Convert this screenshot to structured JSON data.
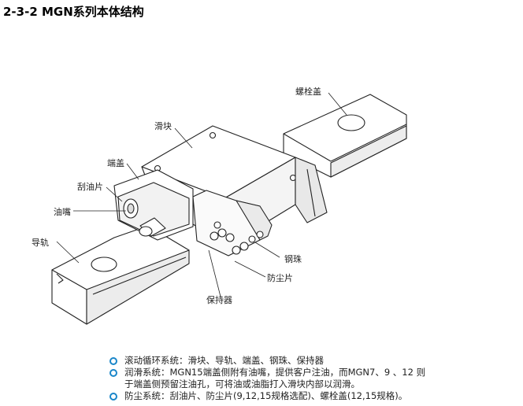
{
  "heading": "2-3-2 MGN系列本体结构",
  "labels": {
    "bolt_cap": "螺栓盖",
    "block": "滑块",
    "end_cap": "端盖",
    "scraper": "刮油片",
    "grease_nipple": "油嘴",
    "rail": "导轨",
    "steel_ball": "钢珠",
    "dust_seal": "防尘片",
    "retainer": "保持器"
  },
  "bullets": [
    {
      "line1": "滚动循环系统：滑块、导轨、端盖、钢珠、保持器",
      "line2": ""
    },
    {
      "line1": "润滑系统：MGN15端盖侧附有油嘴，提供客户注油，而MGN7、9 、12 则",
      "line2": "于端盖侧预留注油孔，可将油或油脂打入滑块内部以润滑。"
    },
    {
      "line1": "防尘系统：刮油片、防尘片(9,12,15规格选配)、螺栓盖(12,15规格)。",
      "line2": ""
    }
  ],
  "colors": {
    "bullet": "#1a86c9",
    "line": "#222222",
    "shade": "#e9e9e9"
  },
  "icons": [
    "ring-bullet-icon"
  ]
}
